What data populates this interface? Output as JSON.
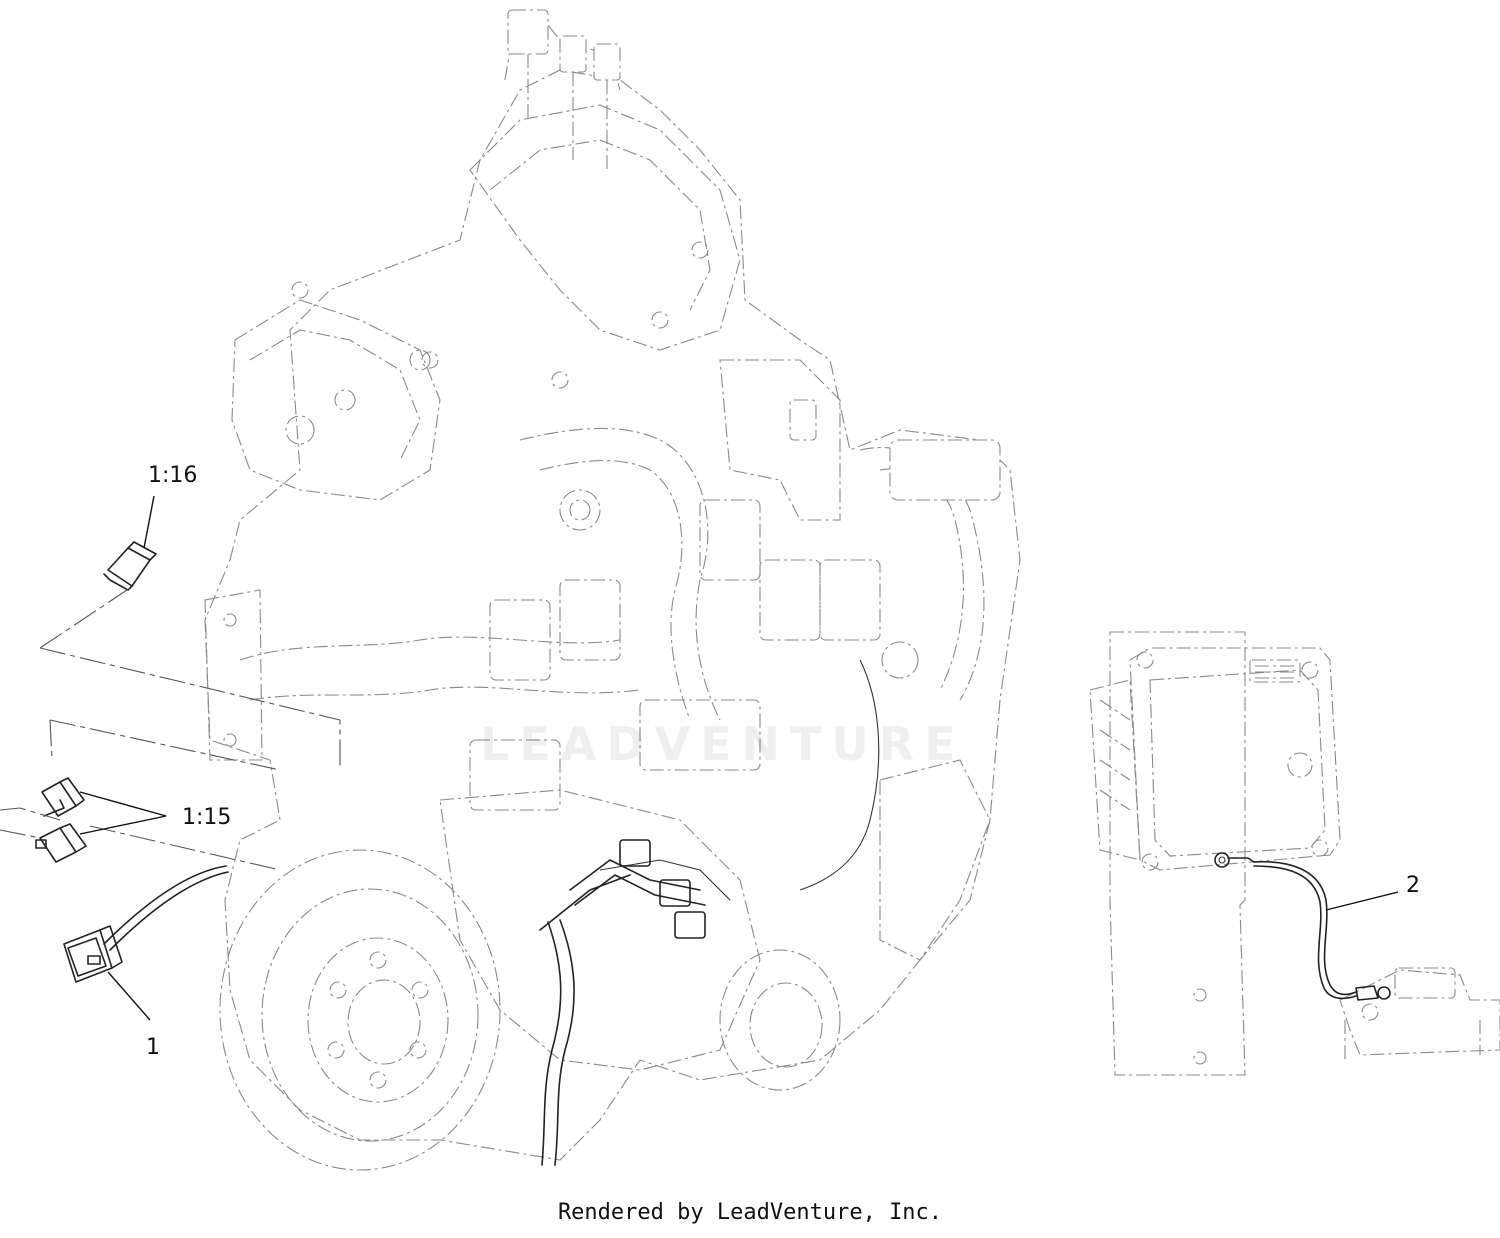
{
  "callouts": {
    "c1": "1",
    "c2": "2",
    "c115": "1:15",
    "c116": "1:16"
  },
  "watermark": "LEADVENTURE",
  "credit": "Rendered by LeadVenture, Inc.",
  "colors": {
    "line": "#222222",
    "phantom": "#8a8a8a",
    "background": "#ffffff"
  }
}
